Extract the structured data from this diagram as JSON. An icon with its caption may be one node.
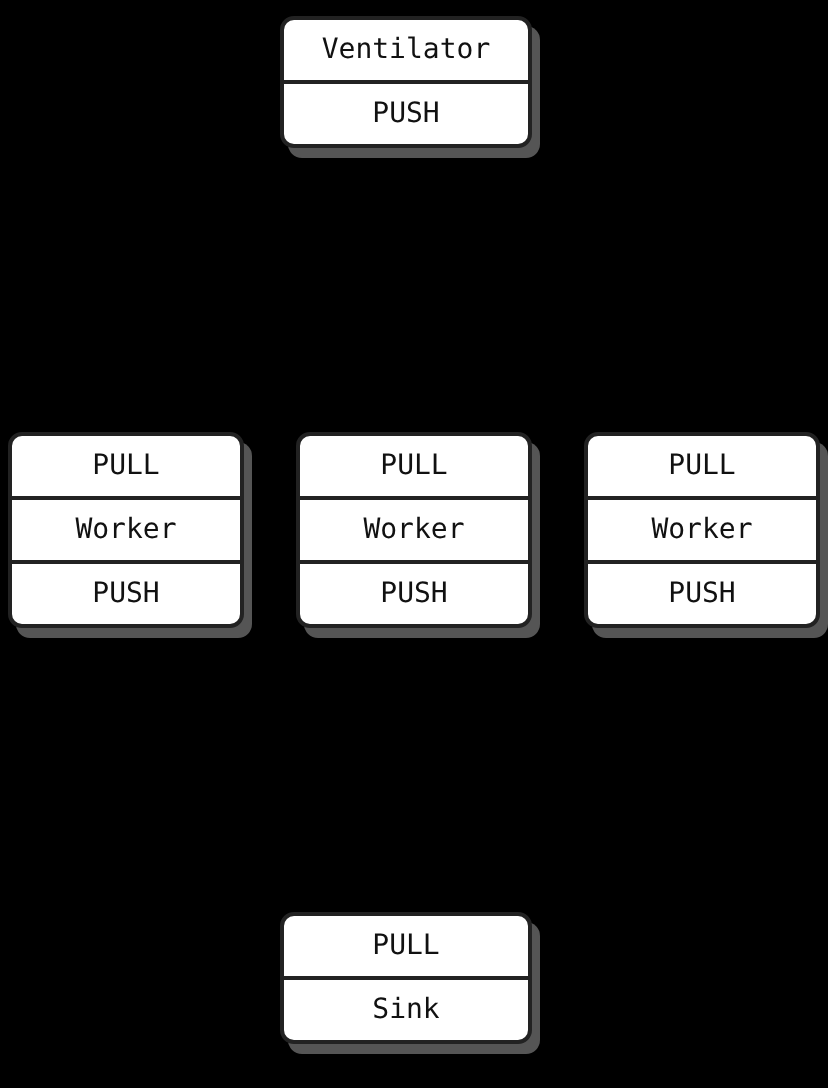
{
  "diagram": {
    "nodes": [
      {
        "text": [
          "Ventilator",
          "PUSH"
        ]
      },
      {
        "text": [
          "PULL",
          "Worker",
          "PUSH"
        ]
      },
      {
        "text": [
          "PULL",
          "Worker",
          "PUSH"
        ]
      },
      {
        "text": [
          "PULL",
          "Worker",
          "PUSH"
        ]
      },
      {
        "text": [
          "PULL",
          "Sink"
        ]
      }
    ]
  }
}
